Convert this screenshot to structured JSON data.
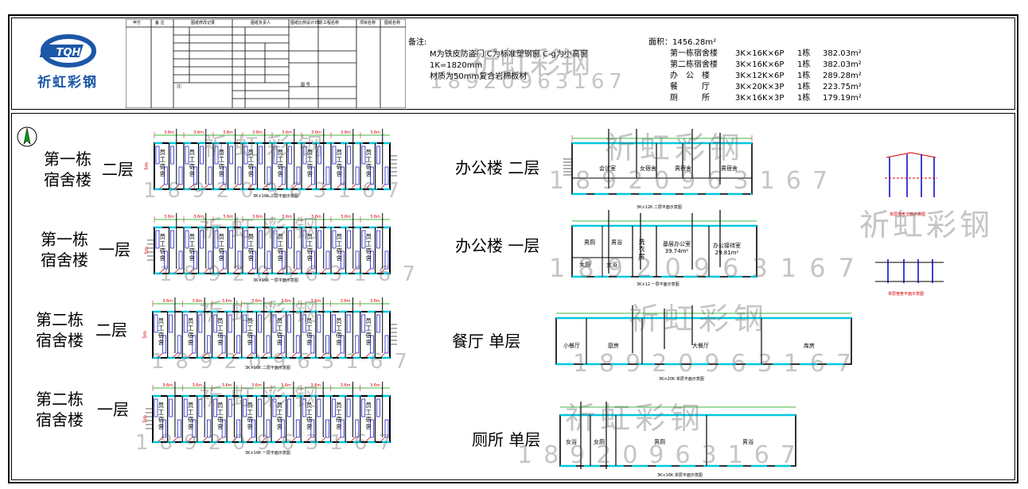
{
  "logo": {
    "initials": "TQH",
    "name": "祈虹彩钢"
  },
  "title_block": {
    "headers": [
      "甲方",
      "备 注",
      "图纸修改记录",
      "图纸负责人",
      "图纸比例设计日期",
      "工程名称",
      "项目名称",
      "图纸名称"
    ],
    "notes_label": "注:",
    "num_label": "图 号"
  },
  "notes": {
    "label": "备注:",
    "lines": [
      "M为铁皮防盗门  C为标准塑钢窗 C-g为小高窗",
      "1K=1820mm",
      "材质为50mm复合岩棉板材"
    ]
  },
  "area": {
    "total": "面积：1456.28m²",
    "rows": [
      {
        "name": "第一栋宿舍楼",
        "spec": "3K×16K×6P",
        "count": "1栋",
        "area": "382.03m²"
      },
      {
        "name": "第二栋宿舍楼",
        "spec": "3K×16K×6P",
        "count": "1栋",
        "area": "382.03m²"
      },
      {
        "name": "办　公　楼",
        "spec": "3K×12K×6P",
        "count": "1栋",
        "area": "289.28m²"
      },
      {
        "name": "餐　　　厅",
        "spec": "3K×20K×3P",
        "count": "1栋",
        "area": "223.75m²"
      },
      {
        "name": "厕　　　所",
        "spec": "3K×16K×3P",
        "count": "1栋",
        "area": "179.19m²"
      }
    ]
  },
  "labels": {
    "b1_2f": {
      "name": "第一栋\n宿舍楼",
      "floor": "二层"
    },
    "b1_1f": {
      "name": "第一栋\n宿舍楼",
      "floor": "一层"
    },
    "b2_2f": {
      "name": "第二栋\n宿舍楼",
      "floor": "二层"
    },
    "b2_1f": {
      "name": "第二栋\n宿舍楼",
      "floor": "一层"
    },
    "office_2f": "办公楼  二层",
    "office_1f": "办公楼  一层",
    "canteen": "餐厅  单层",
    "toilet": "厕所  单层"
  },
  "captions": {
    "dorm_2f": "3K×16K 二层平面示意图",
    "dorm_1f": "3K×16K 一层平面示意图",
    "office_2f": "3K×12K 二层平面示意图",
    "office_1f": "3K×12 一层平面示意图",
    "canteen": "3K×20K 单层平面示意图",
    "toilet": "3K×16K 单层平面示意图",
    "side_top": "单层宿舍立面示意图",
    "side_bottom": "单层宿舍平面示意图"
  },
  "dims": {
    "bay": "5m",
    "bay_short": "3.6m",
    "depth": "5.4m"
  },
  "rooms": {
    "dorm": "员工宿舍",
    "office_2f": [
      "会议室",
      "女宿舍",
      "男宿舍",
      "男宿舍"
    ],
    "office_1f": [
      "男厕",
      "男浴",
      "洗衣房",
      "基层办公室\n39.74m²",
      "办公接待室\n29.81m²",
      "女厕",
      "女浴"
    ],
    "canteen": [
      "小餐厅",
      "厨房",
      "大餐厅",
      "库房"
    ],
    "toilet": [
      "女浴",
      "女厕",
      "男厕",
      "男浴"
    ]
  },
  "watermarks": {
    "brand": "祈虹彩钢",
    "phone": "18920963167"
  },
  "colors": {
    "brand_blue": "#1c57a8",
    "wall": "#000000",
    "window": "#00c8e0",
    "door": "#d40000",
    "dim": "#d40000",
    "dim_green": "#00a000",
    "column_blue": "#0000c8"
  }
}
